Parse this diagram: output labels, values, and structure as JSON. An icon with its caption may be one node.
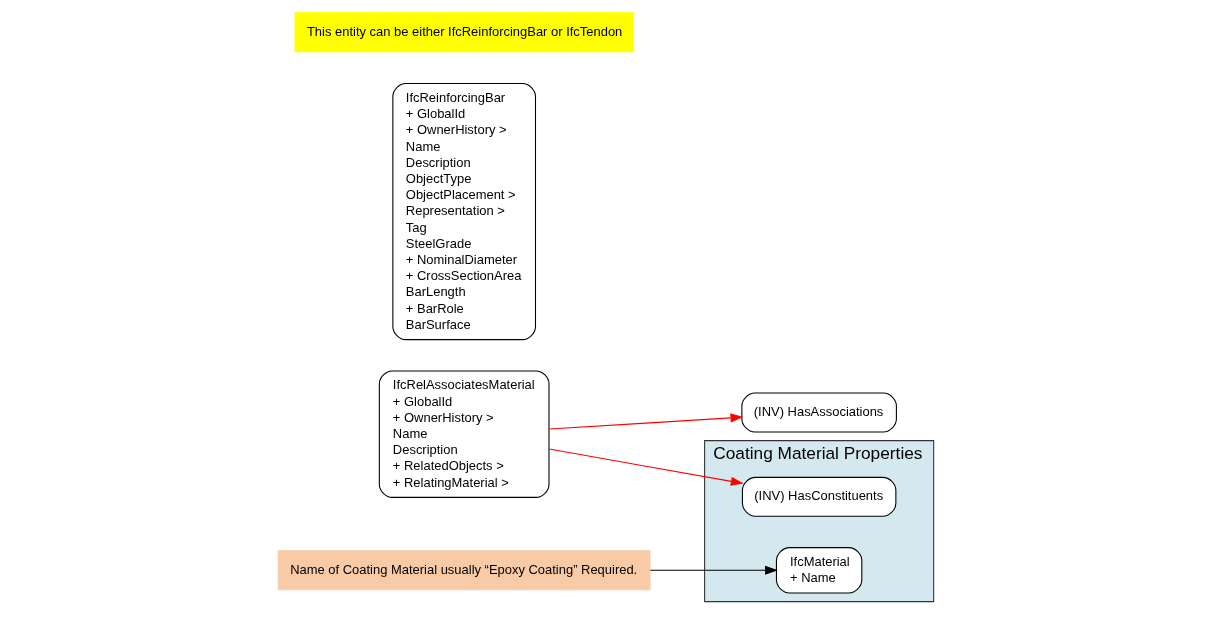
{
  "diagram": {
    "nodes": [
      {
        "text": [
          "IfcRelAssociatesMaterial",
          "+ GlobalId",
          "+ OwnerHistory >",
          "Name",
          "Description",
          "+ RelatedObjects >",
          "+ RelatingMaterial >"
        ]
      },
      {
        "text": [
          "IfcReinforcingBar",
          "+ GlobalId",
          "+ OwnerHistory >",
          "Name",
          "Description",
          "ObjectType",
          "ObjectPlacement >",
          "Representation >",
          "Tag",
          "SteelGrade",
          "+ NominalDiameter",
          "+ CrossSectionArea",
          "BarLength",
          "+ BarRole",
          "BarSurface"
        ]
      },
      {
        "text": [
          "(INV) HasAssociations"
        ]
      },
      {
        "text": [
          "This entity can be either IfcReinforcingBar or IfcTendon"
        ]
      },
      {
        "text": [
          "Coating Material Properties"
        ]
      },
      {
        "text": [
          "IfcMaterial",
          "+ Name"
        ],
        "in": 4
      },
      {
        "text": [
          "(INV) HasConstituents"
        ],
        "in": 4
      },
      {
        "text": [
          "Name of Coating Material usually “Epoxy Coating” Required."
        ]
      }
    ],
    "edges": [
      {
        "from": 0,
        "to": 2,
        "arrow": "to"
      },
      {
        "from": 0,
        "to": 6,
        "arrow": "to"
      },
      {
        "from": 7,
        "to": 5,
        "arrow": "to",
        "color": "#000000"
      }
    ]
  }
}
